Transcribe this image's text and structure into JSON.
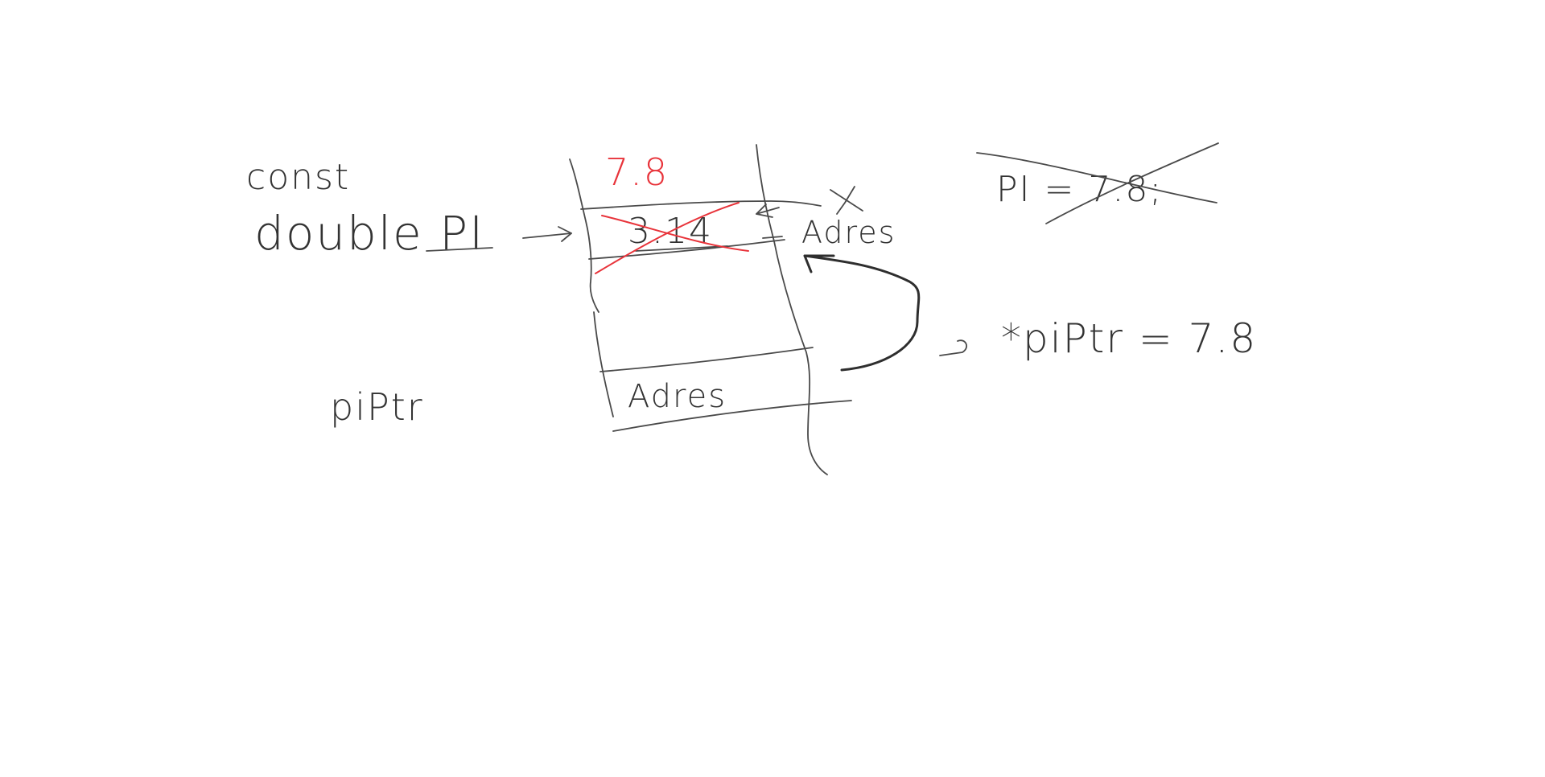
{
  "labels": {
    "const": "const",
    "double_pi": "double PI",
    "old_value": "3.14",
    "new_value": "7.8",
    "adres_right": "Adres",
    "cross_x": "X",
    "pi_assign": "PI = 7.8;",
    "piptr": "piPtr",
    "adres_cell": "Adres",
    "deref_assign": "*piPtr = 7.8"
  },
  "colors": {
    "ink": "#4a4a4a",
    "red": "#e8333a"
  }
}
